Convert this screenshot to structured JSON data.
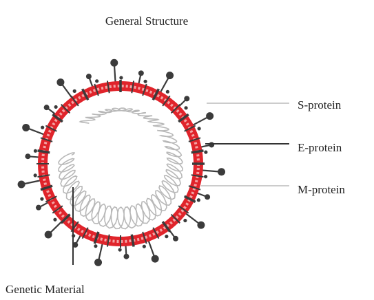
{
  "title": "General Structure",
  "labels": {
    "s_protein": "S-protein",
    "e_protein": "E-protein",
    "m_protein": "M-protein",
    "genetic_material": "Genetic Material"
  },
  "colors": {
    "envelope_red": "#e0242b",
    "envelope_pink": "#f3a5a5",
    "spike_dark": "#3b3b3b",
    "rna_gray": "#b8b8b8",
    "leader_line": "#bbbbbb",
    "e_leader_line": "#333333"
  }
}
